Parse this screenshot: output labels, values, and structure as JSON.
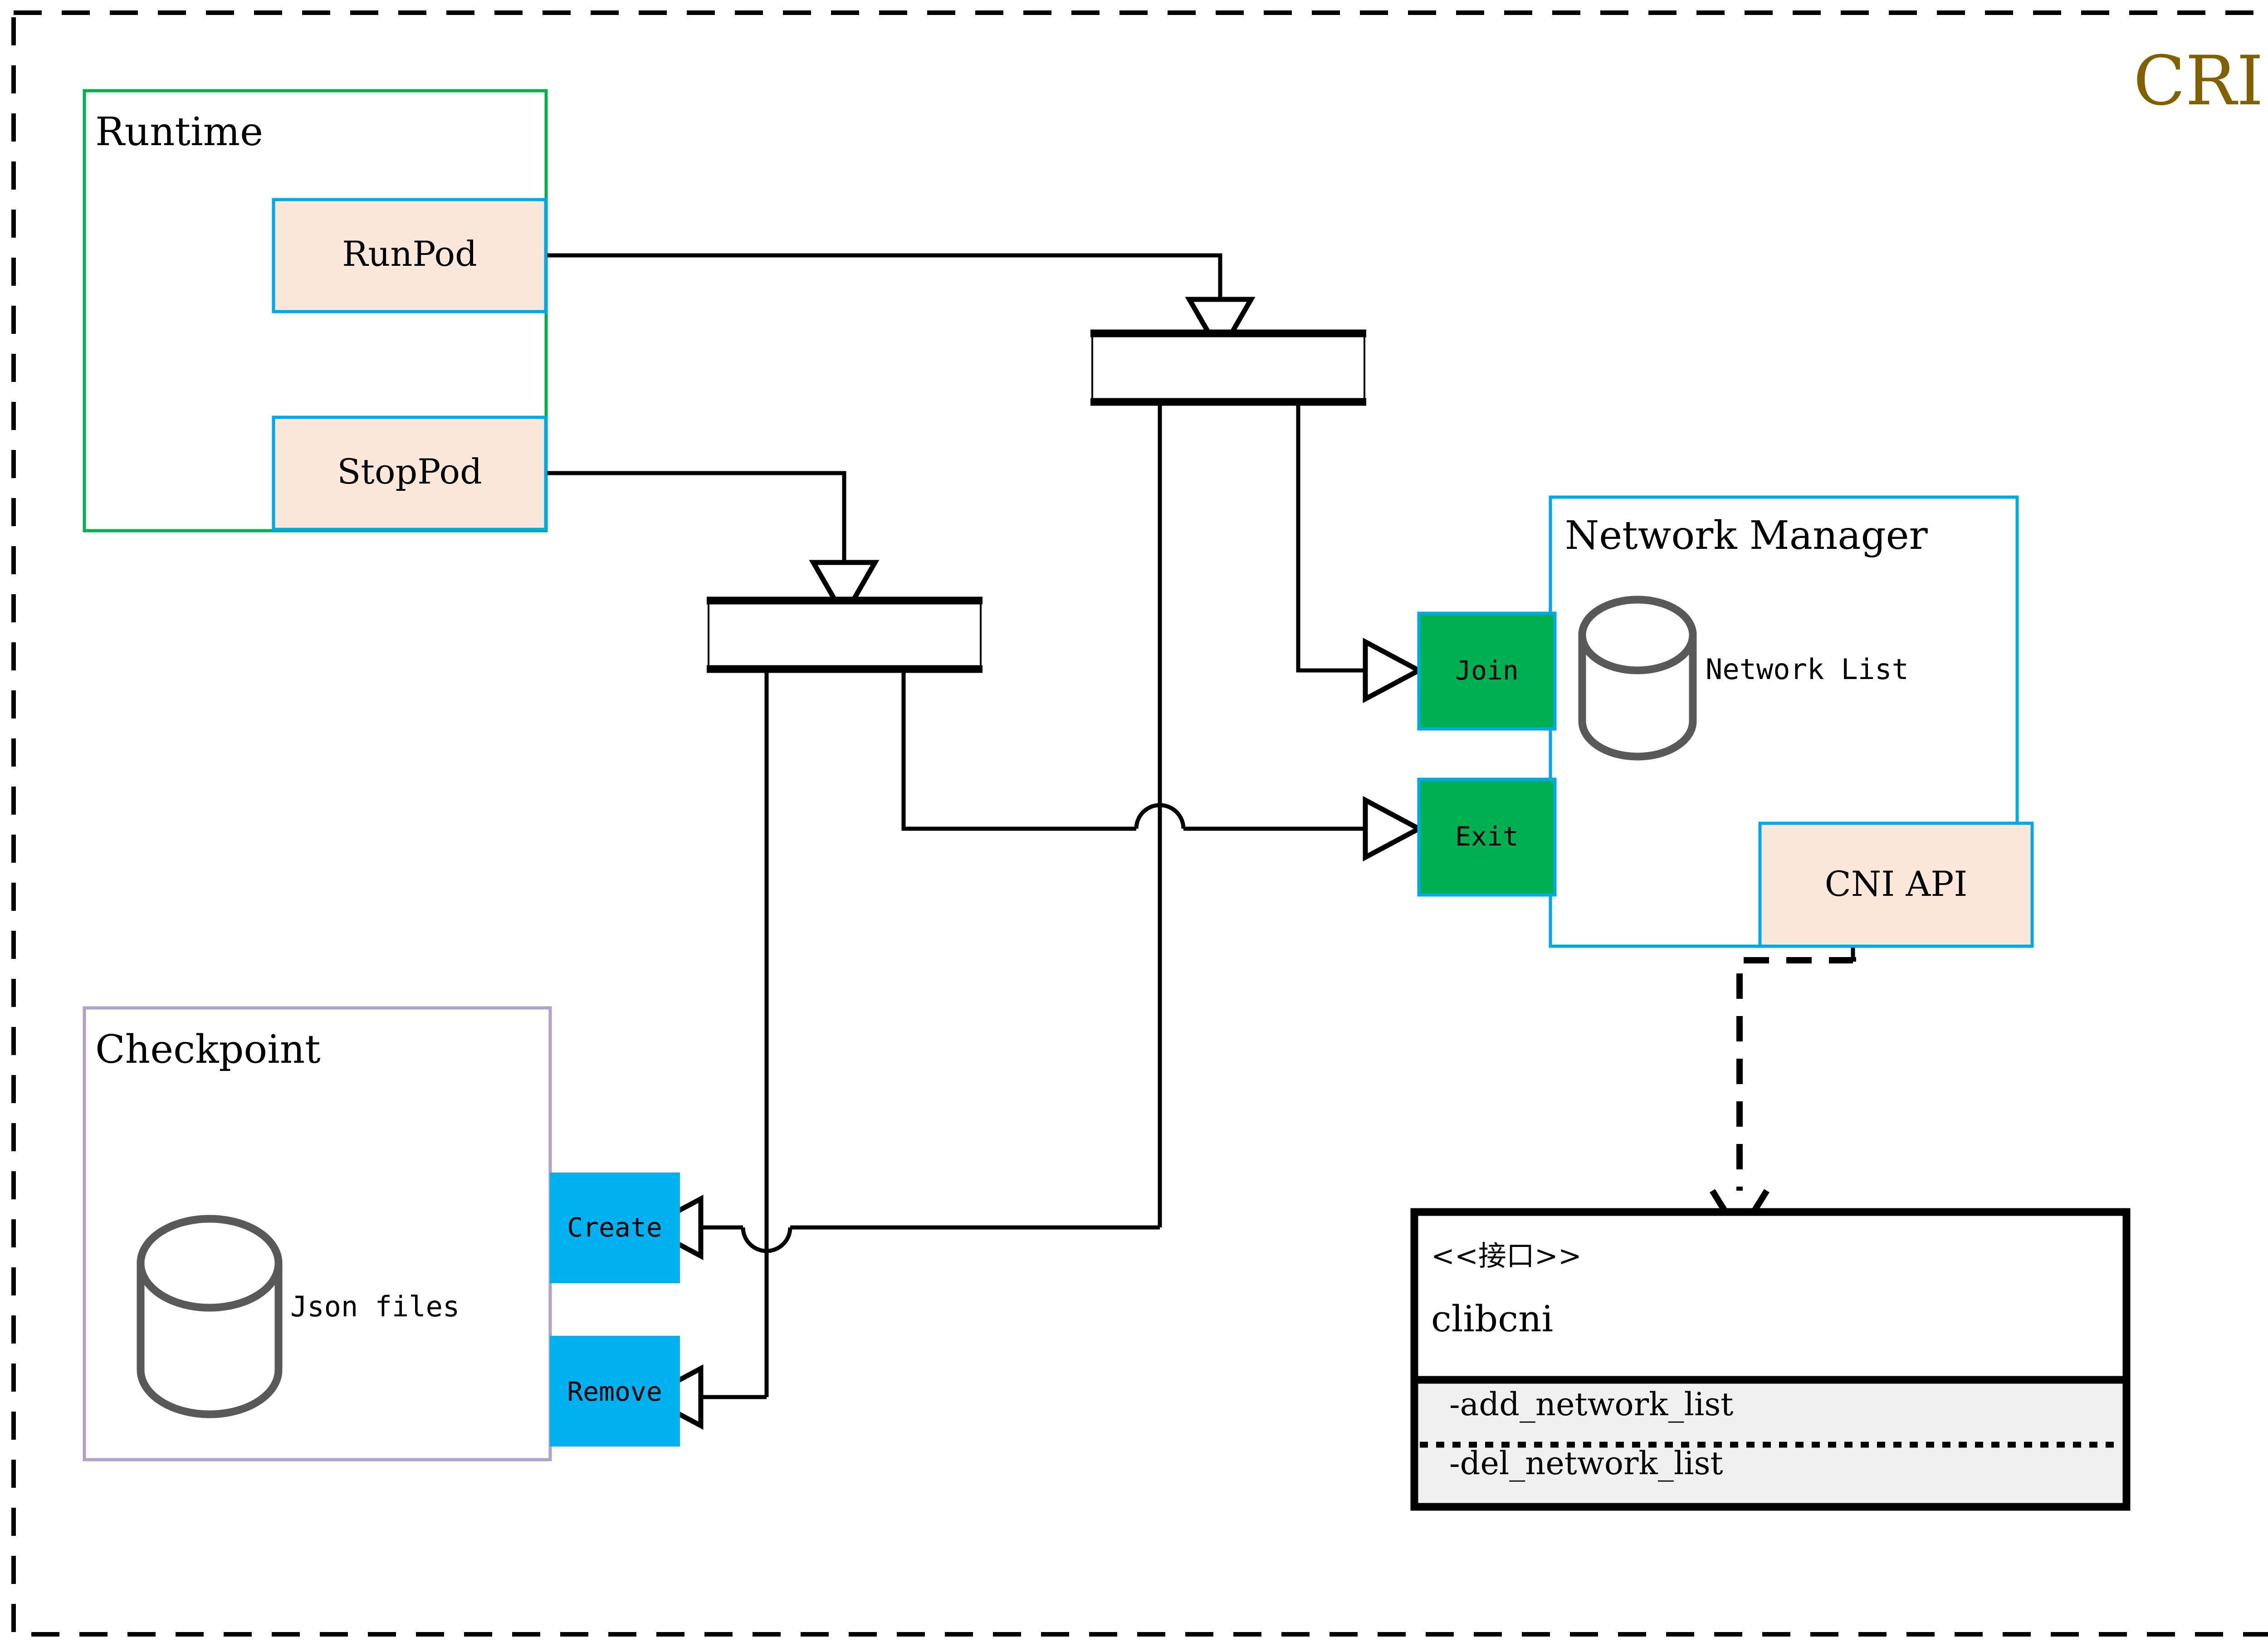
{
  "page": {
    "title": "CRI",
    "title_color": "#806000",
    "frame_style": "dashed"
  },
  "containers": {
    "runtime": {
      "label": "Runtime",
      "border_color": "#00B050"
    },
    "checkpoint": {
      "label": "Checkpoint",
      "border_color": "#B1A0C7"
    },
    "network_manager": {
      "label": "Network Manager",
      "border_color": "#00A8E8"
    }
  },
  "nodes": {
    "runpod": {
      "label": "RunPod",
      "fill": "#FCE8DA",
      "border": "#00A8E8"
    },
    "stoppod": {
      "label": "StopPod",
      "fill": "#FCE8DA",
      "border": "#00A8E8"
    },
    "join": {
      "label": "Join",
      "fill": "#00B050",
      "border": "#00A8E8"
    },
    "exit": {
      "label": "Exit",
      "fill": "#00B050",
      "border": "#00A8E8"
    },
    "create": {
      "label": "Create",
      "fill": "#00B0EF",
      "border": "#00B0EF"
    },
    "remove": {
      "label": "Remove",
      "fill": "#00B0EF",
      "border": "#00B0EF"
    },
    "cni_api": {
      "label": "CNI API",
      "fill": "#FCE8DA",
      "border": "#00A8E8"
    }
  },
  "datastores": {
    "network_list": {
      "label": "Network List",
      "stroke": "#595959"
    },
    "json_files": {
      "label": "Json files",
      "stroke": "#595959"
    }
  },
  "interface": {
    "stereotype": "<<接口>>",
    "name": "clibcni",
    "methods": [
      "-add_network_list",
      "-del_network_list"
    ],
    "methods_fill": "#F0F0F0",
    "border": "#000000"
  },
  "bars": {
    "fork_top": {
      "name": "fork-bar-runpod"
    },
    "fork_bottom": {
      "name": "fork-bar-stoppod"
    }
  }
}
